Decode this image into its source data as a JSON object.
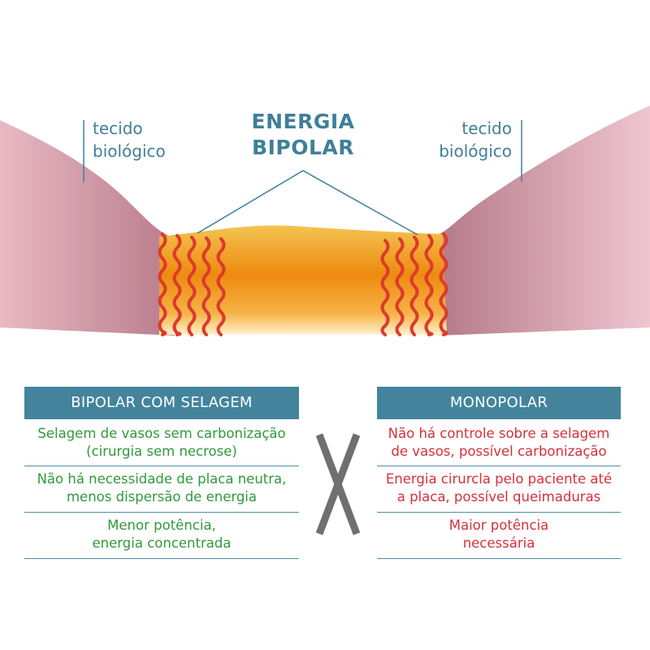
{
  "illustration": {
    "title_lines": [
      "ENERGIA",
      "BIPOLAR"
    ],
    "left_tissue_lines": [
      "tecido",
      "biológico"
    ],
    "right_tissue_lines": [
      "tecido",
      "biológico"
    ],
    "colors": {
      "tissue": "#c98b9a",
      "tissue_light": "#ecc3cd",
      "energy_core": "#ef8a12",
      "energy_edge": "#fde7a6",
      "waves": "#dc3b2c",
      "label": "#3f7f99"
    }
  },
  "comparison": {
    "bipolar": {
      "header": "BIPOLAR COM SELAGEM",
      "items": [
        "Selagem de vasos sem carbonização\n(cirurgia sem necrose)",
        "Não há necessidade de placa neutra,\nmenos dispersão de energia",
        "Menor potência,\nenergia concentrada"
      ],
      "color": "#2f9a3a"
    },
    "versus_icon": "x-mark-icon",
    "monopolar": {
      "header": "MONOPOLAR",
      "items": [
        "Não há controle sobre a selagem\nde vasos, possível carbonização",
        "Energia cirurcla pelo paciente até\na placa, possível queimaduras",
        "Maior potência\nnecessária"
      ],
      "color": "#d5303b"
    },
    "header_color": "#43849c"
  }
}
